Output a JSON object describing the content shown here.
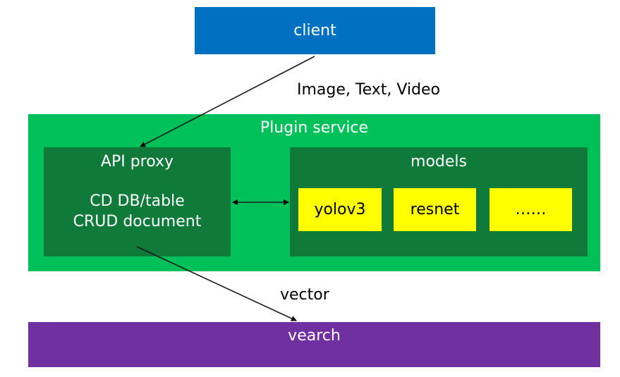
{
  "nodes": {
    "client": "client",
    "plugin_service": "Plugin service",
    "api_proxy": {
      "title": "API proxy",
      "line1": "CD DB/table",
      "line2": "CRUD document"
    },
    "models": {
      "title": "models",
      "items": [
        "yolov3",
        "resnet",
        "……"
      ]
    },
    "vearch": "vearch"
  },
  "edges": {
    "client_to_proxy": "Image, Text, Video",
    "proxy_to_vearch": "vector"
  },
  "colors": {
    "client": "#0070c0",
    "plugin_service": "#00c05a",
    "inner_box": "#0f7a3a",
    "model_box": "#ffff00",
    "vearch": "#7030a0"
  }
}
